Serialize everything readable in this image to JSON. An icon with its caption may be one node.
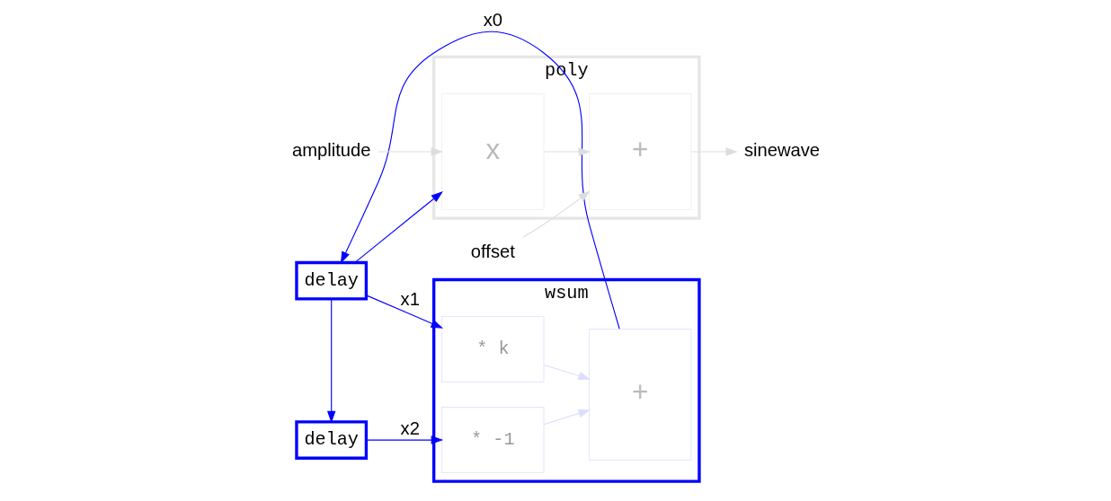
{
  "diagram": {
    "nodes": [
      {
        "text": [
          "wsum"
        ]
      },
      {
        "text": [
          "* -1"
        ],
        "in": 0
      },
      {
        "text": [
          "* k"
        ],
        "in": 0
      },
      {
        "text": [
          "+"
        ],
        "in": 0
      },
      {
        "text": [
          "delay"
        ]
      },
      {
        "text": [
          "delay"
        ]
      },
      {
        "text": [
          "poly"
        ]
      },
      {
        "text": [
          "x"
        ],
        "in": 6
      },
      {
        "text": [
          "+"
        ],
        "in": 6
      },
      {
        "text": [
          "amplitude"
        ]
      },
      {
        "text": [
          "offset"
        ]
      },
      {
        "text": [
          "sinewave"
        ]
      }
    ],
    "edges": [
      {
        "from": 4,
        "to": 1,
        "arrow": "to",
        "label": "x2"
      },
      {
        "from": 1,
        "to": 3,
        "arrow": "to",
        "color": "#ddddff"
      },
      {
        "from": 2,
        "to": 3,
        "arrow": "to",
        "color": "#ddddff"
      },
      {
        "from": 3,
        "to": 5,
        "arrow": "to",
        "label": "x0"
      },
      {
        "from": 5,
        "to": 4,
        "arrow": "to"
      },
      {
        "from": 5,
        "to": 2,
        "arrow": "to",
        "label": "x1"
      },
      {
        "from": 5,
        "to": 7,
        "arrow": "to"
      },
      {
        "from": 7,
        "to": 8,
        "arrow": "to",
        "color": "#dddddd"
      },
      {
        "from": 9,
        "to": 7,
        "arrow": "to",
        "color": "#dddddd"
      },
      {
        "from": 10,
        "to": 8,
        "arrow": "to",
        "color": "#dddddd"
      },
      {
        "from": 8,
        "to": 11,
        "arrow": "to",
        "color": "#dddddd"
      }
    ]
  }
}
